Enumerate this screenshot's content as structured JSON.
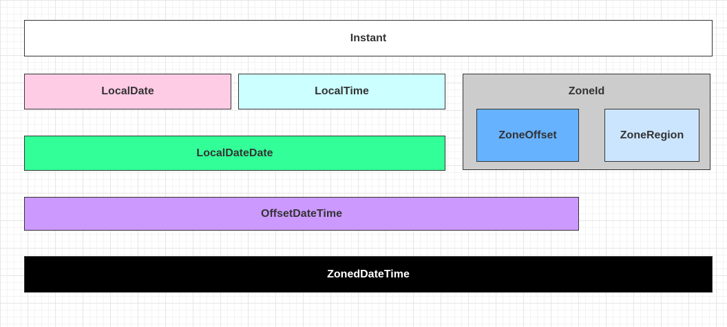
{
  "colors": {
    "instant": "#ffffff",
    "localdate": "#ffcce6",
    "localtime": "#ccffff",
    "localdatedate": "#33ff99",
    "zoneid": "#cccccc",
    "zoneoffset": "#66b2ff",
    "zoneregion": "#cce5ff",
    "offsetdatetime": "#cc99ff",
    "zoneddatetime": "#000000",
    "border": "#333333"
  },
  "boxes": {
    "instant": "Instant",
    "localdate": "LocalDate",
    "localtime": "LocalTime",
    "localdatedate": "LocalDateDate",
    "zoneid": "ZoneId",
    "zoneoffset": "ZoneOffset",
    "zoneregion": "ZoneRegion",
    "offsetdatetime": "OffsetDateTime",
    "zoneddatetime": "ZonedDateTime"
  }
}
